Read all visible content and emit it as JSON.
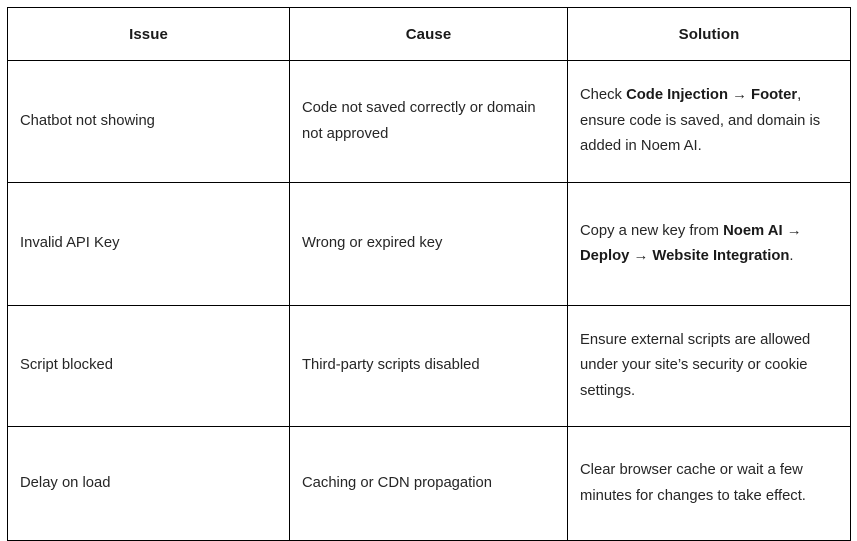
{
  "table": {
    "columns": [
      {
        "key": "issue",
        "label": "Issue",
        "align": "center"
      },
      {
        "key": "cause",
        "label": "Cause",
        "align": "center"
      },
      {
        "key": "solution",
        "label": "Solution",
        "align": "center"
      }
    ],
    "rows": [
      {
        "issue": "Chatbot not showing",
        "cause": "Code not saved correctly or domain not approved",
        "solution_plain": "Check Code Injection → Footer, ensure code is saved, and domain is added in Noem AI.",
        "solution_parts": [
          {
            "text": "Check ",
            "bold": false
          },
          {
            "text": "Code Injection",
            "bold": true
          },
          {
            "text": " → ",
            "bold": false
          },
          {
            "text": "Footer",
            "bold": true
          },
          {
            "text": ", ensure code is saved, and domain is added in Noem AI.",
            "bold": false
          }
        ]
      },
      {
        "issue": "Invalid API Key",
        "cause": "Wrong or expired key",
        "solution_plain": "Copy a new key from Noem AI → Deploy → Website Integration.",
        "solution_parts": [
          {
            "text": "Copy a new key from ",
            "bold": false
          },
          {
            "text": "Noem AI",
            "bold": true
          },
          {
            "text": " → ",
            "bold": false
          },
          {
            "text": "Deploy",
            "bold": true
          },
          {
            "text": " → ",
            "bold": false
          },
          {
            "text": "Website Integration",
            "bold": true
          },
          {
            "text": ".",
            "bold": false
          }
        ]
      },
      {
        "issue": "Script blocked",
        "cause": "Third-party scripts disabled",
        "solution_plain": "Ensure external scripts are allowed under your site’s security or cookie settings.",
        "solution_parts": [
          {
            "text": "Ensure external scripts are allowed under your site’s security or cookie settings.",
            "bold": false
          }
        ]
      },
      {
        "issue": "Delay on load",
        "cause": "Caching or CDN propagation",
        "solution_plain": "Clear browser cache or wait a few minutes for changes to take effect.",
        "solution_parts": [
          {
            "text": "Clear browser cache or wait a few minutes for changes to take effect.",
            "bold": false
          }
        ]
      }
    ]
  },
  "style": {
    "border_color": "#000000",
    "text_color": "#262626",
    "header_text_color": "#1a1a1a",
    "background": "#ffffff"
  }
}
